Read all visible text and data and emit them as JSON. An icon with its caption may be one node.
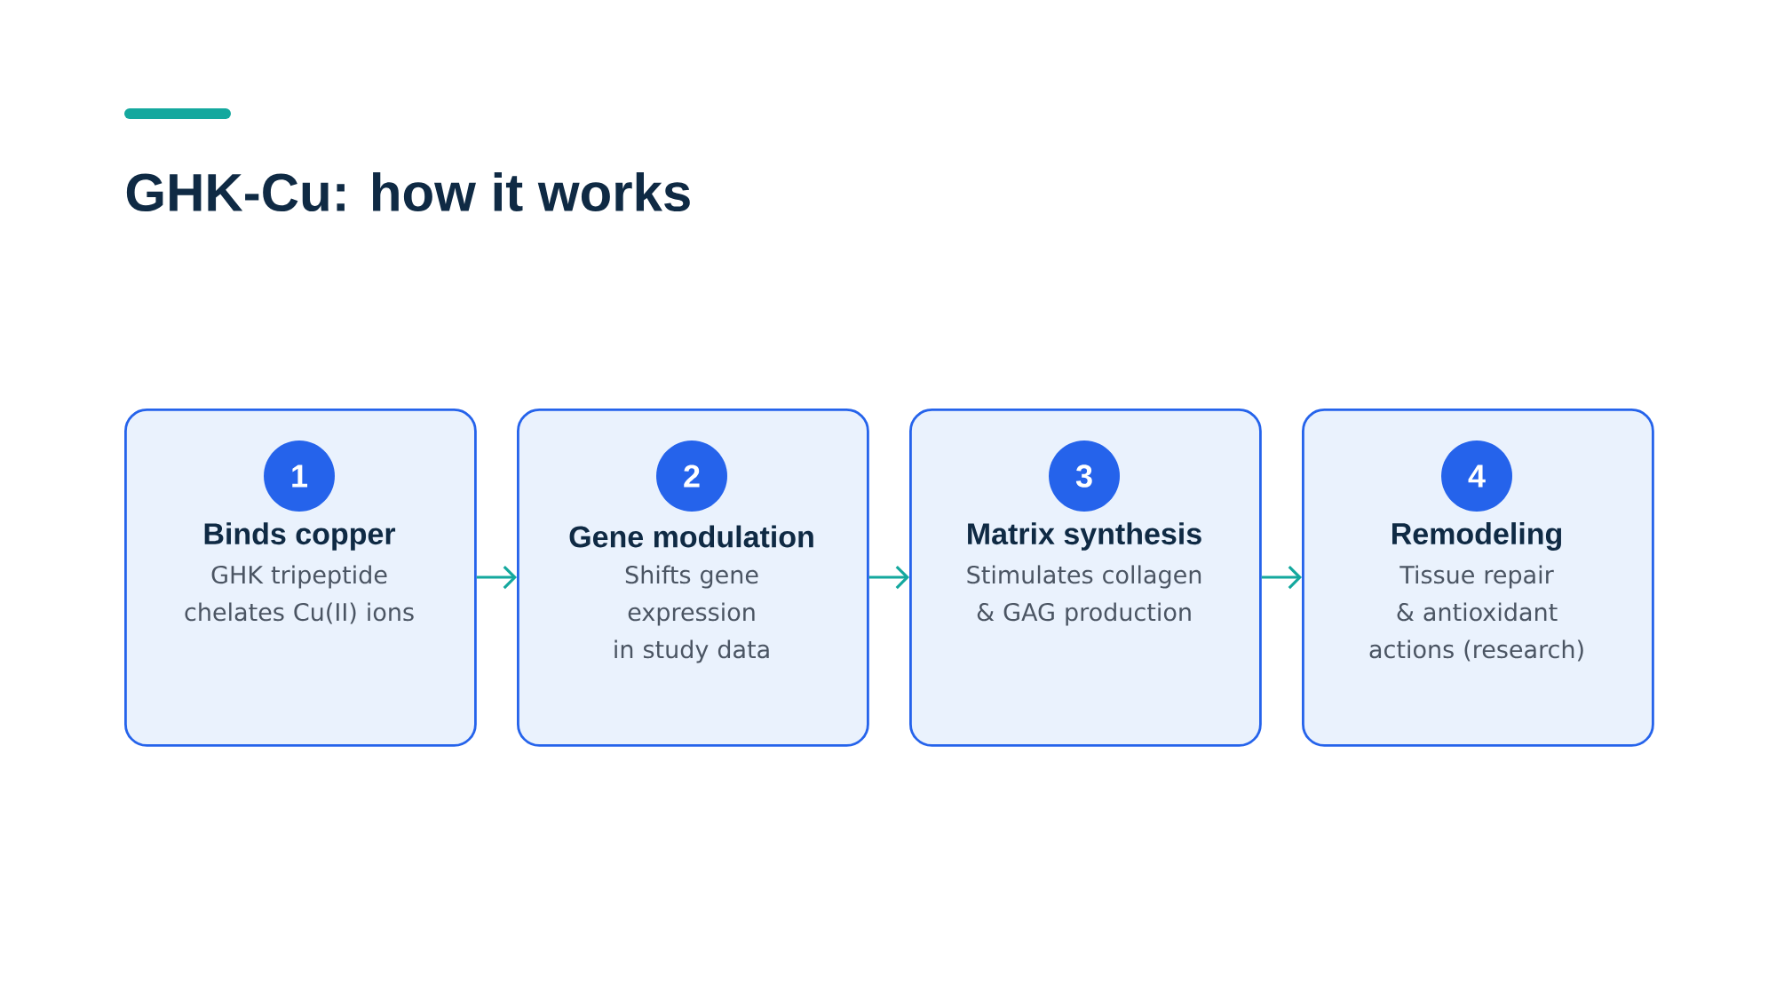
{
  "diagram": {
    "title": "GHK-Cu: how it works",
    "nodes": [
      {
        "text": [
          "1",
          "Binds copper",
          "GHK tripeptide chelates Cu(II) ions"
        ]
      },
      {
        "text": [
          "2",
          "Gene modulation",
          "Shifts gene expression in study data"
        ]
      },
      {
        "text": [
          "3",
          "Matrix synthesis",
          "Stimulates collagen & GAG production"
        ]
      },
      {
        "text": [
          "4",
          "Remodeling",
          "Tissue repair & antioxidant actions (research)"
        ]
      }
    ],
    "edges": [
      {
        "from": 0,
        "to": 1,
        "arrow": "to"
      },
      {
        "from": 1,
        "to": 2,
        "arrow": "to"
      },
      {
        "from": 2,
        "to": 3,
        "arrow": "to"
      }
    ]
  }
}
